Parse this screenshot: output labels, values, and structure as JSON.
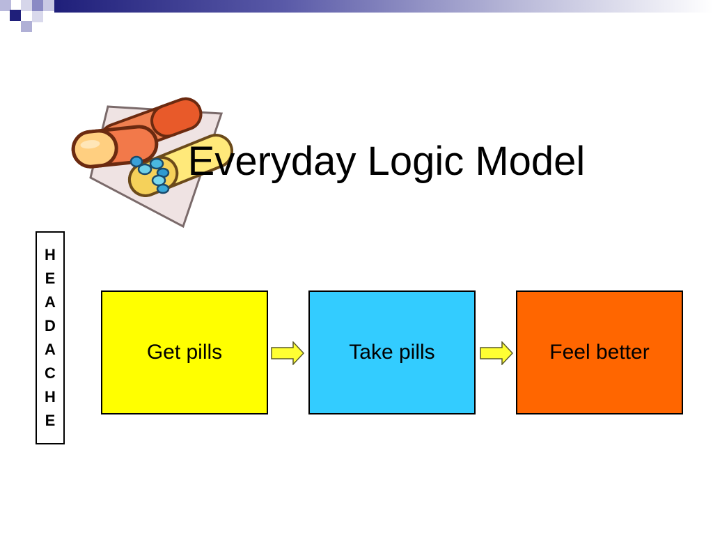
{
  "slide": {
    "title": "Everyday Logic Model",
    "side_label": {
      "text": "HEADACHE",
      "letters": [
        "H",
        "E",
        "A",
        "D",
        "A",
        "C",
        "H",
        "E"
      ]
    },
    "steps": [
      {
        "label": "Get pills",
        "color": "#ffff00"
      },
      {
        "label": "Take pills",
        "color": "#33ccff"
      },
      {
        "label": "Feel better",
        "color": "#ff6600"
      }
    ],
    "arrow_color": "#ffff33",
    "clipart_icon": "pills-clipart-icon",
    "header_colors": [
      "#1f1f7a",
      "#b9b9dc"
    ]
  }
}
